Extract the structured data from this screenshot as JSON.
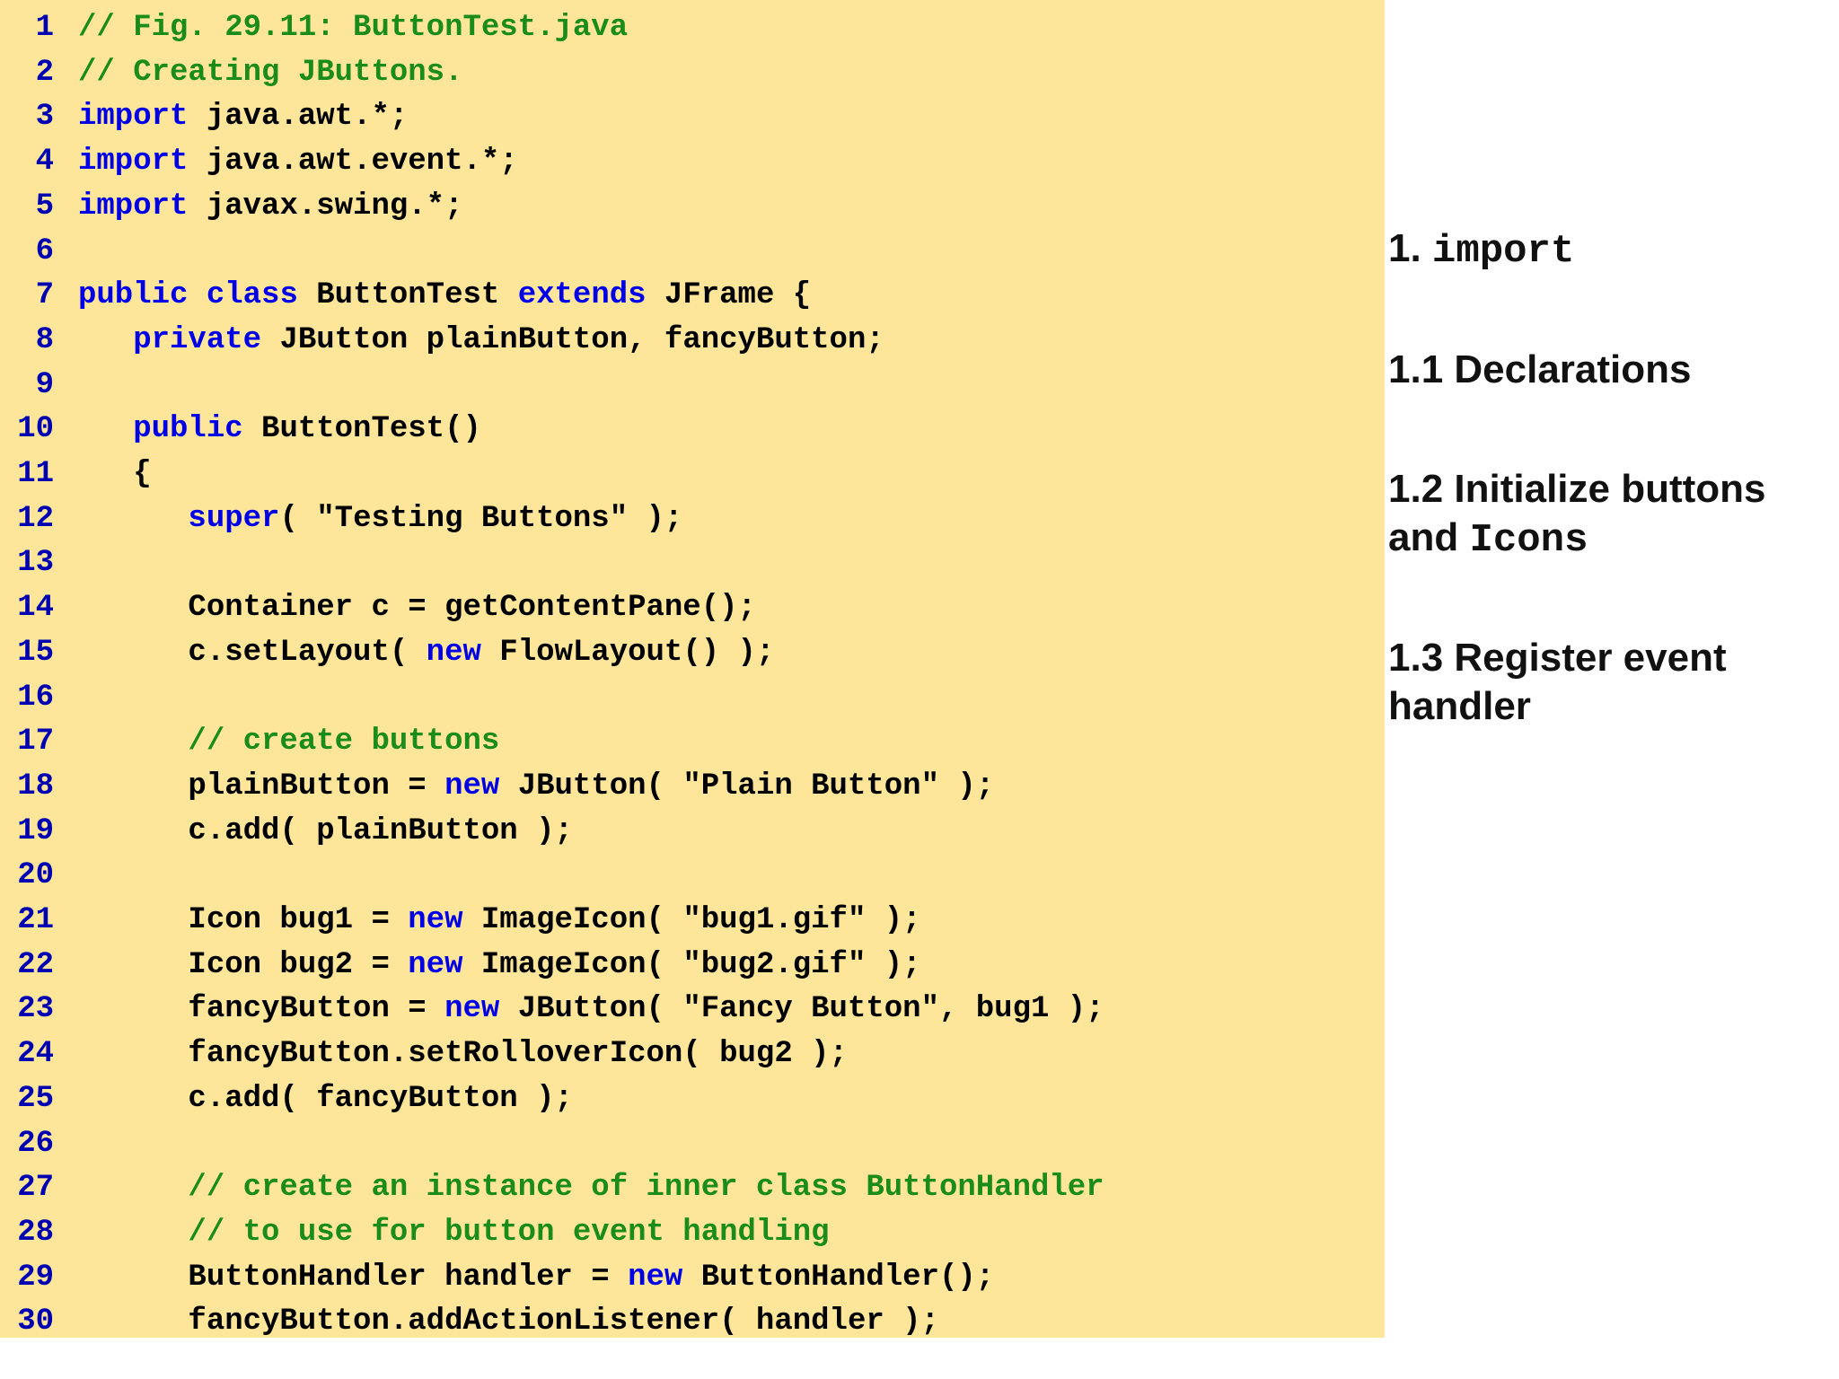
{
  "code": {
    "lines": [
      {
        "n": "1",
        "tokens": [
          {
            "t": "// Fig. 29.11: ButtonTest.java",
            "c": "cm"
          }
        ]
      },
      {
        "n": "2",
        "tokens": [
          {
            "t": "// Creating JButtons.",
            "c": "cm"
          }
        ]
      },
      {
        "n": "3",
        "tokens": [
          {
            "t": "import",
            "c": "kw"
          },
          {
            "t": " java.awt.*;",
            "c": ""
          }
        ]
      },
      {
        "n": "4",
        "tokens": [
          {
            "t": "import",
            "c": "kw"
          },
          {
            "t": " java.awt.event.*;",
            "c": ""
          }
        ]
      },
      {
        "n": "5",
        "tokens": [
          {
            "t": "import",
            "c": "kw"
          },
          {
            "t": " javax.swing.*;",
            "c": ""
          }
        ]
      },
      {
        "n": "6",
        "tokens": []
      },
      {
        "n": "7",
        "tokens": [
          {
            "t": "public",
            "c": "kw"
          },
          {
            "t": " ",
            "c": ""
          },
          {
            "t": "class",
            "c": "kw"
          },
          {
            "t": " ButtonTest ",
            "c": ""
          },
          {
            "t": "extends",
            "c": "kw"
          },
          {
            "t": " JFrame {",
            "c": ""
          }
        ]
      },
      {
        "n": "8",
        "tokens": [
          {
            "t": "   ",
            "c": ""
          },
          {
            "t": "private",
            "c": "kw"
          },
          {
            "t": " JButton plainButton, fancyButton;",
            "c": ""
          }
        ]
      },
      {
        "n": "9",
        "tokens": []
      },
      {
        "n": "10",
        "tokens": [
          {
            "t": "   ",
            "c": ""
          },
          {
            "t": "public",
            "c": "kw"
          },
          {
            "t": " ButtonTest()",
            "c": ""
          }
        ]
      },
      {
        "n": "11",
        "tokens": [
          {
            "t": "   {",
            "c": ""
          }
        ]
      },
      {
        "n": "12",
        "tokens": [
          {
            "t": "      ",
            "c": ""
          },
          {
            "t": "super",
            "c": "kw"
          },
          {
            "t": "( \"Testing Buttons\" );",
            "c": ""
          }
        ]
      },
      {
        "n": "13",
        "tokens": []
      },
      {
        "n": "14",
        "tokens": [
          {
            "t": "      Container c = getContentPane();",
            "c": ""
          }
        ]
      },
      {
        "n": "15",
        "tokens": [
          {
            "t": "      c.setLayout( ",
            "c": ""
          },
          {
            "t": "new",
            "c": "kw"
          },
          {
            "t": " FlowLayout() );",
            "c": ""
          }
        ]
      },
      {
        "n": "16",
        "tokens": []
      },
      {
        "n": "17",
        "tokens": [
          {
            "t": "      // create buttons",
            "c": "cm"
          }
        ]
      },
      {
        "n": "18",
        "tokens": [
          {
            "t": "      plainButton = ",
            "c": ""
          },
          {
            "t": "new",
            "c": "kw"
          },
          {
            "t": " JButton( \"Plain Button\" );",
            "c": ""
          }
        ]
      },
      {
        "n": "19",
        "tokens": [
          {
            "t": "      c.add( plainButton );",
            "c": ""
          }
        ]
      },
      {
        "n": "20",
        "tokens": []
      },
      {
        "n": "21",
        "tokens": [
          {
            "t": "      Icon bug1 = ",
            "c": ""
          },
          {
            "t": "new",
            "c": "kw"
          },
          {
            "t": " ImageIcon( \"bug1.gif\" );",
            "c": ""
          }
        ]
      },
      {
        "n": "22",
        "tokens": [
          {
            "t": "      Icon bug2 = ",
            "c": ""
          },
          {
            "t": "new",
            "c": "kw"
          },
          {
            "t": " ImageIcon( \"bug2.gif\" );",
            "c": ""
          }
        ]
      },
      {
        "n": "23",
        "tokens": [
          {
            "t": "      fancyButton = ",
            "c": ""
          },
          {
            "t": "new",
            "c": "kw"
          },
          {
            "t": " JButton( \"Fancy Button\", bug1 );",
            "c": ""
          }
        ]
      },
      {
        "n": "24",
        "tokens": [
          {
            "t": "      fancyButton.setRolloverIcon( bug2 );",
            "c": ""
          }
        ]
      },
      {
        "n": "25",
        "tokens": [
          {
            "t": "      c.add( fancyButton );",
            "c": ""
          }
        ]
      },
      {
        "n": "26",
        "tokens": []
      },
      {
        "n": "27",
        "tokens": [
          {
            "t": "      // create an instance of inner class ButtonHandler",
            "c": "cm"
          }
        ]
      },
      {
        "n": "28",
        "tokens": [
          {
            "t": "      // to use for button event handling",
            "c": "cm"
          }
        ]
      },
      {
        "n": "29",
        "tokens": [
          {
            "t": "      ButtonHandler handler = ",
            "c": ""
          },
          {
            "t": "new",
            "c": "kw"
          },
          {
            "t": " ButtonHandler();",
            "c": ""
          }
        ]
      },
      {
        "n": "30",
        "tokens": [
          {
            "t": "      fancyButton.addActionListener( handler );",
            "c": ""
          }
        ]
      }
    ]
  },
  "notes": [
    {
      "name": "note-import",
      "parts": [
        {
          "t": "1. ",
          "mono": false
        },
        {
          "t": "import",
          "mono": true
        }
      ]
    },
    {
      "name": "note-declarations",
      "parts": [
        {
          "t": "1.1 Declarations",
          "mono": false
        }
      ]
    },
    {
      "name": "note-initialize",
      "parts": [
        {
          "t": "1.2 Initialize buttons",
          "mono": false
        },
        {
          "t": "\n",
          "mono": false
        },
        {
          "t": "and ",
          "mono": false
        },
        {
          "t": "Icons",
          "mono": true
        }
      ]
    },
    {
      "name": "note-register",
      "parts": [
        {
          "t": "1.3 Register event",
          "mono": false
        },
        {
          "t": "\n",
          "mono": false
        },
        {
          "t": "handler",
          "mono": false
        }
      ]
    }
  ]
}
